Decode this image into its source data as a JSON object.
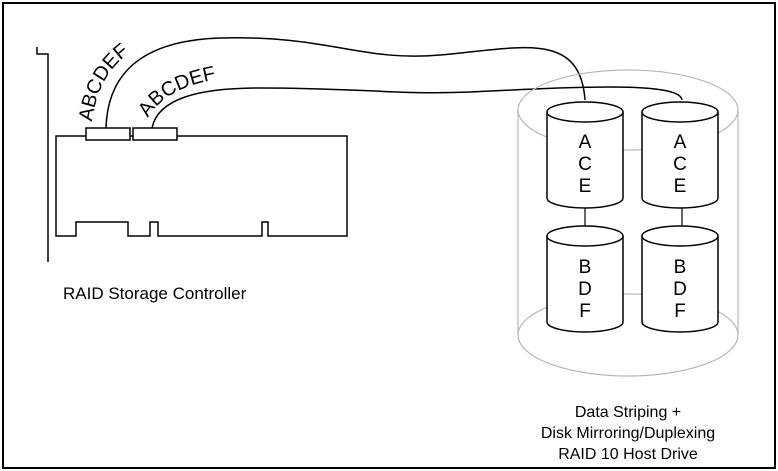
{
  "controller": {
    "label": "RAID Storage Controller",
    "cable_labels": [
      "ABCDEF",
      "ABCDEF"
    ]
  },
  "host_drive": {
    "caption_lines": [
      "Data Striping +",
      "Disk Mirroring/Duplexing",
      "RAID 10 Host Drive"
    ],
    "disks": [
      {
        "letters": [
          "A",
          "C",
          "E"
        ]
      },
      {
        "letters": [
          "A",
          "C",
          "E"
        ]
      },
      {
        "letters": [
          "B",
          "D",
          "F"
        ]
      },
      {
        "letters": [
          "B",
          "D",
          "F"
        ]
      }
    ]
  }
}
